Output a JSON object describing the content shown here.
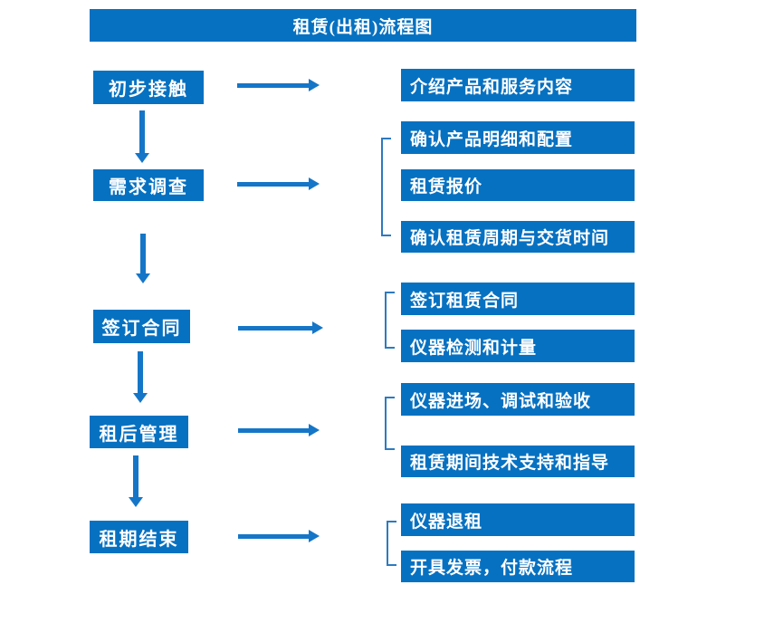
{
  "title": "租赁(出租)流程图",
  "colors": {
    "box_blue": "#0771c1",
    "arrow_blue": "#1576c8",
    "bracket_blue": "#2e7abf",
    "text_white": "#ffffff",
    "background": "#ffffff"
  },
  "left_steps": [
    {
      "label": "初步接触"
    },
    {
      "label": "需求调查"
    },
    {
      "label": "签订合同"
    },
    {
      "label": "租后管理"
    },
    {
      "label": "租期结束"
    }
  ],
  "right_details": [
    {
      "label": "介绍产品和服务内容"
    },
    {
      "label": "确认产品明细和配置"
    },
    {
      "label": "租赁报价"
    },
    {
      "label": "确认租赁周期与交货时间"
    },
    {
      "label": "签订租赁合同"
    },
    {
      "label": "仪器检测和计量"
    },
    {
      "label": "仪器进场、调试和验收"
    },
    {
      "label": "租赁期间技术支持和指导"
    },
    {
      "label": "仪器退租"
    },
    {
      "label": "开具发票，付款流程"
    }
  ]
}
